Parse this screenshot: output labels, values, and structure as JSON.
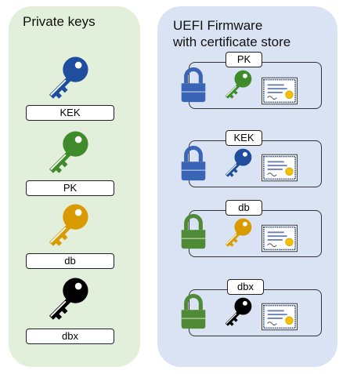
{
  "left_panel": {
    "title": "Private keys",
    "keys": [
      {
        "label": "KEK",
        "color": "#1f4e9f"
      },
      {
        "label": "PK",
        "color": "#3f8a2a"
      },
      {
        "label": "db",
        "color": "#d99a00"
      },
      {
        "label": "dbx",
        "color": "#000000"
      }
    ]
  },
  "right_panel": {
    "title_line1": "UEFI Firmware",
    "title_line2": "with certificate store",
    "stores": [
      {
        "label": "PK",
        "lock_color": "#3a64b6",
        "key_color": "#3f8a2a"
      },
      {
        "label": "KEK",
        "lock_color": "#3a64b6",
        "key_color": "#1f4e9f"
      },
      {
        "label": "db",
        "lock_color": "#4f8a36",
        "key_color": "#d99a00"
      },
      {
        "label": "dbx",
        "lock_color": "#4f8a36",
        "key_color": "#000000"
      }
    ]
  },
  "colors": {
    "left_panel_bg": "#e2efda",
    "right_panel_bg": "#dae3f3",
    "certificate_seal": "#f2c200"
  }
}
